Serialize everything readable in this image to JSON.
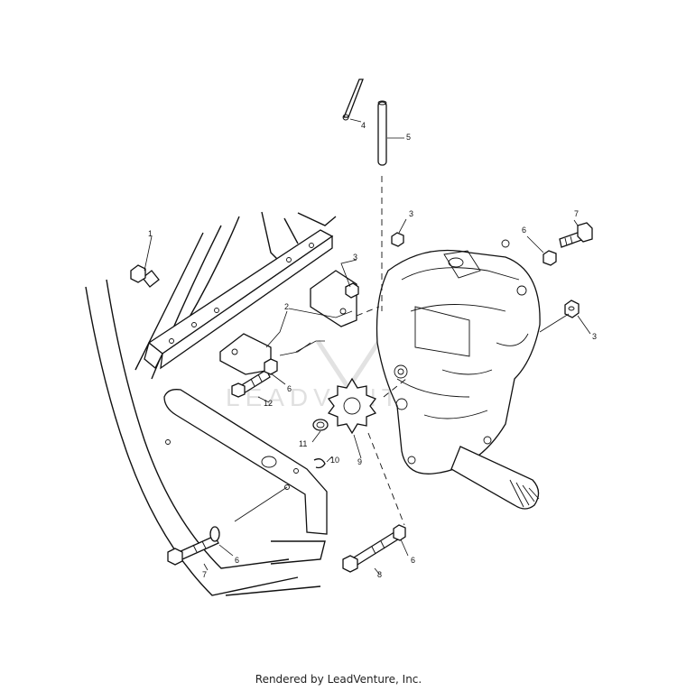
{
  "callouts": {
    "c1": "1",
    "c2": "2",
    "c3a": "3",
    "c3b": "3",
    "c3c": "3",
    "c4": "4",
    "c5": "5",
    "c6a": "6",
    "c6b": "6",
    "c6c": "6",
    "c6d": "6",
    "c7a": "7",
    "c7b": "7",
    "c8": "8",
    "c9": "9",
    "c10": "10",
    "c11": "11",
    "c12": "12"
  },
  "watermark": "LEADVENTURE",
  "footer": "Rendered by LeadVenture, Inc."
}
